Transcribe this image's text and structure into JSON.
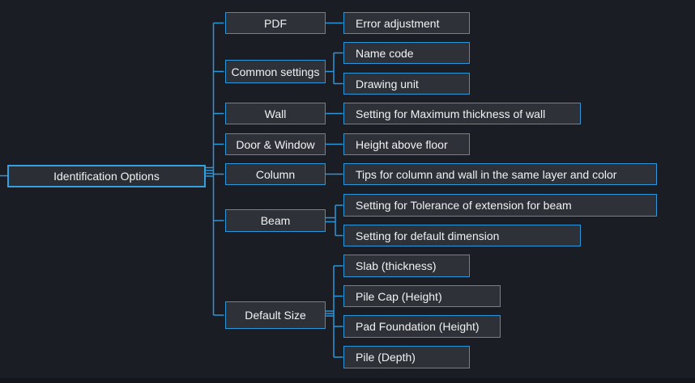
{
  "colors": {
    "background": "#1a1d24",
    "node_fill": "#2e3238",
    "accent_border": "#2b96d8",
    "root_border": "#35a0e0",
    "text": "#f1f2f3"
  },
  "mindmap": {
    "root": {
      "label": "Identification Options"
    },
    "branches": [
      {
        "label": "PDF",
        "children": [
          {
            "label": "Error adjustment"
          }
        ]
      },
      {
        "label": "Common settings",
        "children": [
          {
            "label": "Name code"
          },
          {
            "label": "Drawing unit"
          }
        ]
      },
      {
        "label": "Wall",
        "children": [
          {
            "label": "Setting for Maximum thickness of wall"
          }
        ]
      },
      {
        "label": "Door & Window",
        "children": [
          {
            "label": "Height above floor"
          }
        ]
      },
      {
        "label": "Column",
        "children": [
          {
            "label": "Tips for column and wall in the same layer and color"
          }
        ]
      },
      {
        "label": "Beam",
        "children": [
          {
            "label": "Setting for Tolerance of extension for beam"
          },
          {
            "label": "Setting for default dimension"
          }
        ]
      },
      {
        "label": "Default Size",
        "children": [
          {
            "label": "Slab (thickness)"
          },
          {
            "label": "Pile Cap (Height)"
          },
          {
            "label": "Pad Foundation (Height)"
          },
          {
            "label": "Pile (Depth)"
          }
        ]
      }
    ]
  }
}
